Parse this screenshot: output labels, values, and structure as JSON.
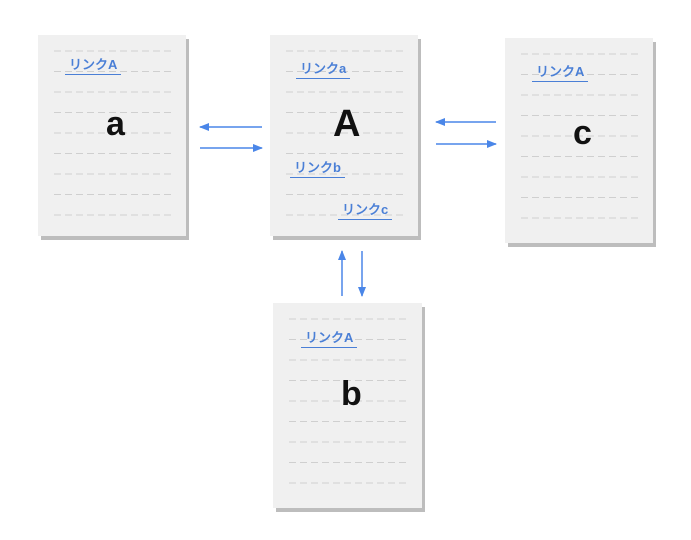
{
  "pages": {
    "a": {
      "title": "a",
      "links": [
        "リンクA"
      ]
    },
    "A": {
      "title": "A",
      "links": [
        "リンクa",
        "リンクb",
        "リンクc"
      ]
    },
    "c": {
      "title": "c",
      "links": [
        "リンクA"
      ]
    },
    "b": {
      "title": "b",
      "links": [
        "リンクA"
      ]
    }
  },
  "colors": {
    "page_fill": "#f0f0f0",
    "page_shadow": "#bdbdbd",
    "placeholder_line": "#cfcfcf",
    "link": "#4a7fd6",
    "arrow": "#4a86e8"
  }
}
